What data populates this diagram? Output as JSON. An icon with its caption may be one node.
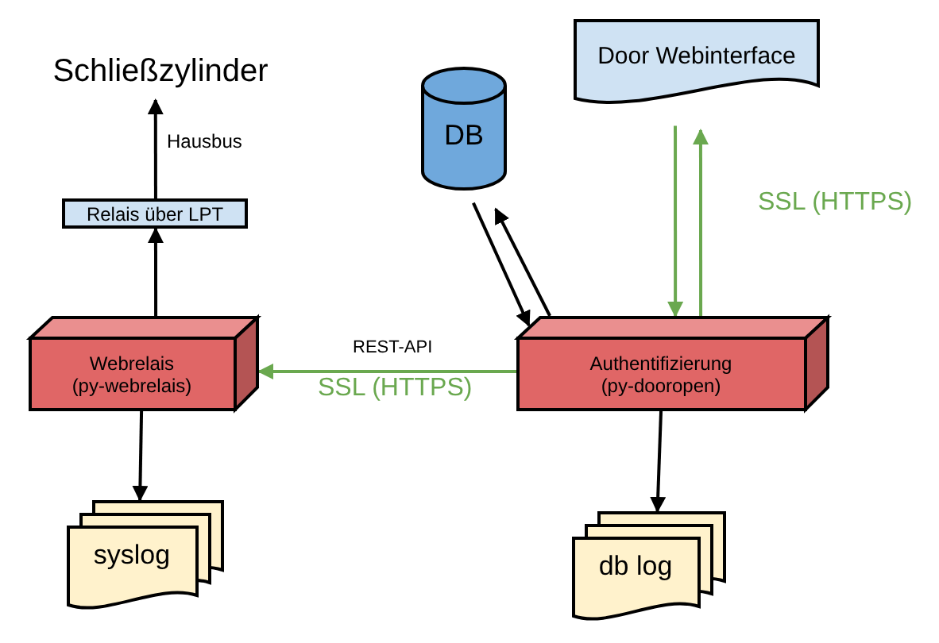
{
  "diagram": {
    "nodes": [
      {
        "text": [
          "Schließzylinder"
        ]
      },
      {
        "text": [
          "Relais über LPT"
        ]
      },
      {
        "text": [
          "Webrelais (py-webrelais)"
        ]
      },
      {
        "text": [
          "DB"
        ]
      },
      {
        "text": [
          "Door Webinterface"
        ]
      },
      {
        "text": [
          "Authentifizierung (py-dooropen)"
        ]
      },
      {
        "text": [
          "syslog"
        ]
      },
      {
        "text": [
          "db log"
        ]
      }
    ],
    "edges": [
      {
        "from": 1,
        "to": 0,
        "arrow": "to",
        "label": "Hausbus"
      },
      {
        "from": 2,
        "to": 1,
        "arrow": "to"
      },
      {
        "from": 3,
        "to": 5,
        "arrow": "to"
      },
      {
        "from": 5,
        "to": 3,
        "arrow": "to"
      },
      {
        "from": 4,
        "to": 5,
        "arrow": "to",
        "color": "#6aa84f"
      },
      {
        "from": 5,
        "to": 4,
        "arrow": "to",
        "color": "#6aa84f"
      },
      {
        "from": 5,
        "to": 2,
        "arrow": "to",
        "label": "REST-API",
        "color": "#6aa84f"
      },
      {
        "from": 2,
        "to": 6,
        "arrow": "to"
      },
      {
        "from": 5,
        "to": 7,
        "arrow": "to"
      }
    ],
    "labels": [
      "SSL (HTTPS)",
      "SSL (HTTPS)"
    ]
  }
}
